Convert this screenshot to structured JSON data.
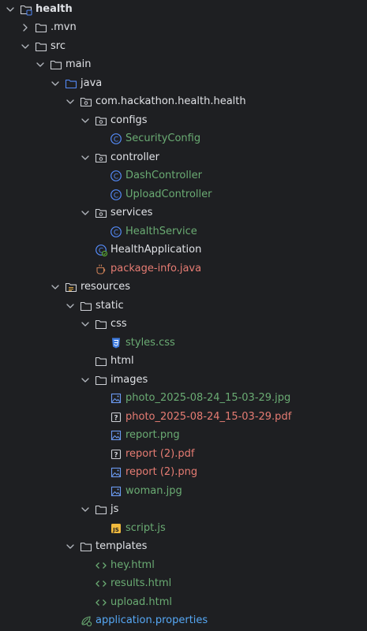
{
  "colors": {
    "background": "#1e1f22",
    "text_default": "#dfe1e5",
    "text_green": "#6aab73",
    "text_blue": "#56a8f5",
    "text_red": "#e67c73",
    "folder_icon": "#ced0d6",
    "source_folder_icon": "#548af7",
    "class_icon": "#548af7",
    "package_info_icon": "#c77d55"
  },
  "tree": [
    {
      "label": "health",
      "icon": "module-folder-icon",
      "depth": 0,
      "expanded": true,
      "color": "default",
      "bold": true
    },
    {
      "label": ".mvn",
      "icon": "folder-icon",
      "depth": 1,
      "expanded": false,
      "color": "default"
    },
    {
      "label": "src",
      "icon": "folder-icon",
      "depth": 1,
      "expanded": true,
      "color": "default"
    },
    {
      "label": "main",
      "icon": "folder-icon",
      "depth": 2,
      "expanded": true,
      "color": "default"
    },
    {
      "label": "java",
      "icon": "source-folder-icon",
      "depth": 3,
      "expanded": true,
      "color": "default"
    },
    {
      "label": "com.hackathon.health.health",
      "icon": "package-icon",
      "depth": 4,
      "expanded": true,
      "color": "default"
    },
    {
      "label": "configs",
      "icon": "package-icon",
      "depth": 5,
      "expanded": true,
      "color": "default"
    },
    {
      "label": "SecurityConfig",
      "icon": "class-icon",
      "depth": 6,
      "color": "green"
    },
    {
      "label": "controller",
      "icon": "package-icon",
      "depth": 5,
      "expanded": true,
      "color": "default"
    },
    {
      "label": "DashController",
      "icon": "class-icon",
      "depth": 6,
      "color": "green"
    },
    {
      "label": "UploadController",
      "icon": "class-icon",
      "depth": 6,
      "color": "green"
    },
    {
      "label": "services",
      "icon": "package-icon",
      "depth": 5,
      "expanded": true,
      "color": "default"
    },
    {
      "label": "HealthService",
      "icon": "class-icon",
      "depth": 6,
      "color": "green"
    },
    {
      "label": "HealthApplication",
      "icon": "spring-class-icon",
      "depth": 5,
      "color": "default"
    },
    {
      "label": "package-info.java",
      "icon": "package-info-icon",
      "depth": 5,
      "color": "red"
    },
    {
      "label": "resources",
      "icon": "resources-folder-icon",
      "depth": 3,
      "expanded": true,
      "color": "default"
    },
    {
      "label": "static",
      "icon": "folder-icon",
      "depth": 4,
      "expanded": true,
      "color": "default"
    },
    {
      "label": "css",
      "icon": "folder-icon",
      "depth": 5,
      "expanded": true,
      "color": "default"
    },
    {
      "label": "styles.css",
      "icon": "css-file-icon",
      "depth": 6,
      "color": "green"
    },
    {
      "label": "html",
      "icon": "folder-icon",
      "depth": 5,
      "color": "default"
    },
    {
      "label": "images",
      "icon": "folder-icon",
      "depth": 5,
      "expanded": true,
      "color": "default"
    },
    {
      "label": "photo_2025-08-24_15-03-29.jpg",
      "icon": "image-file-icon",
      "depth": 6,
      "color": "green"
    },
    {
      "label": "photo_2025-08-24_15-03-29.pdf",
      "icon": "unknown-file-icon",
      "depth": 6,
      "color": "red"
    },
    {
      "label": "report.png",
      "icon": "image-file-icon",
      "depth": 6,
      "color": "green"
    },
    {
      "label": "report (2).pdf",
      "icon": "unknown-file-icon",
      "depth": 6,
      "color": "red"
    },
    {
      "label": "report (2).png",
      "icon": "image-file-icon",
      "depth": 6,
      "color": "red"
    },
    {
      "label": "woman.jpg",
      "icon": "image-file-icon",
      "depth": 6,
      "color": "green"
    },
    {
      "label": "js",
      "icon": "folder-icon",
      "depth": 5,
      "expanded": true,
      "color": "default"
    },
    {
      "label": "script.js",
      "icon": "js-file-icon",
      "depth": 6,
      "color": "green"
    },
    {
      "label": "templates",
      "icon": "folder-icon",
      "depth": 4,
      "expanded": true,
      "color": "default"
    },
    {
      "label": "hey.html",
      "icon": "html-file-icon",
      "depth": 5,
      "color": "green"
    },
    {
      "label": "results.html",
      "icon": "html-file-icon",
      "depth": 5,
      "color": "green"
    },
    {
      "label": "upload.html",
      "icon": "html-file-icon",
      "depth": 5,
      "color": "green"
    },
    {
      "label": "application.properties",
      "icon": "properties-file-icon",
      "depth": 4,
      "color": "blue"
    }
  ]
}
